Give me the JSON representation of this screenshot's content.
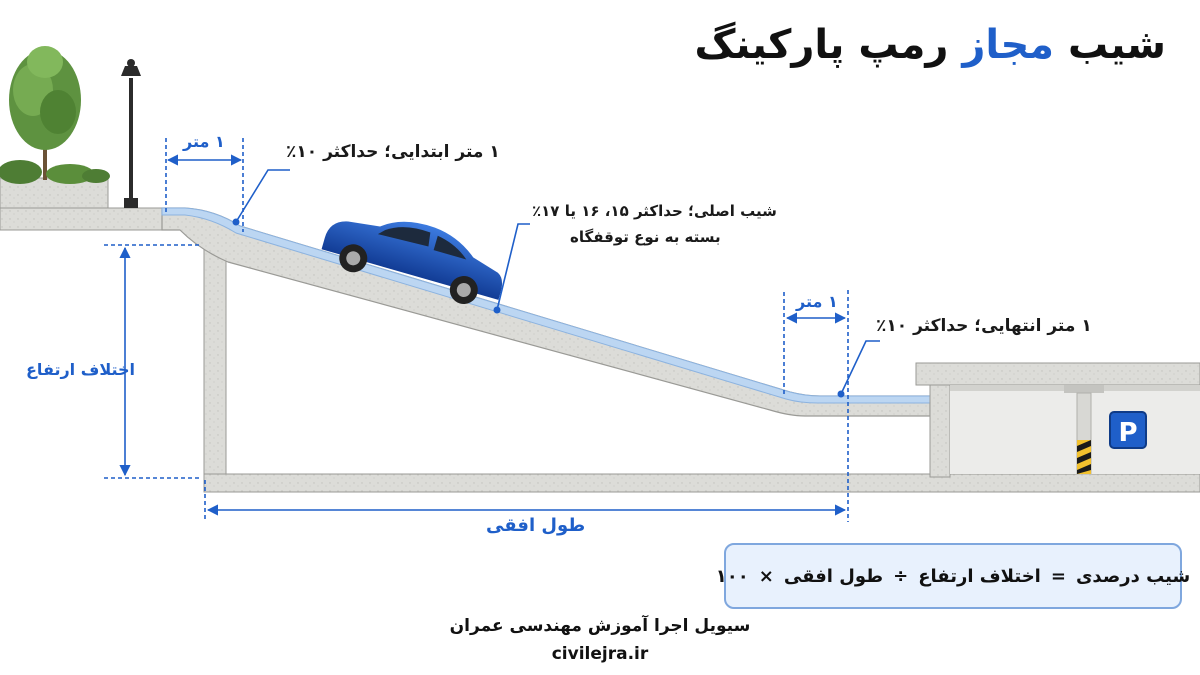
{
  "title": {
    "part1": "شیب",
    "accent": "مجاز",
    "part2": "رمپ پارکینگ"
  },
  "labels": {
    "top_1m": "۱ متر",
    "initial": "۱ متر ابتدایی؛ حداکثر ۱۰٪",
    "main_line1": "شیب اصلی؛ حداکثر ۱۵، ۱۶ یا ۱۷٪",
    "main_line2": "بسته به نوع توقفگاه",
    "bottom_1m": "۱ متر",
    "final": "۱ متر انتهایی؛ حداکثر ۱۰٪",
    "height_diff": "اختلاف ارتفاع",
    "horizontal_length": "طول افقی"
  },
  "formula": {
    "lhs": "شیب درصدی",
    "eq": "=",
    "numerator": "اختلاف ارتفاع",
    "div": "÷",
    "denominator": "طول افقی",
    "times": "×",
    "factor": "۱۰۰"
  },
  "parking_sign": "P",
  "footer": {
    "name": "سیویل اجرا آموزش مهندسی عمران",
    "site": "civilejra.ir"
  },
  "colors": {
    "accent": "#1f5fc9",
    "concrete": "#d9d9d6",
    "concrete_dark": "#9a9a96",
    "ramp_surface": "#bcd6f2",
    "car": "#1e56c4"
  }
}
